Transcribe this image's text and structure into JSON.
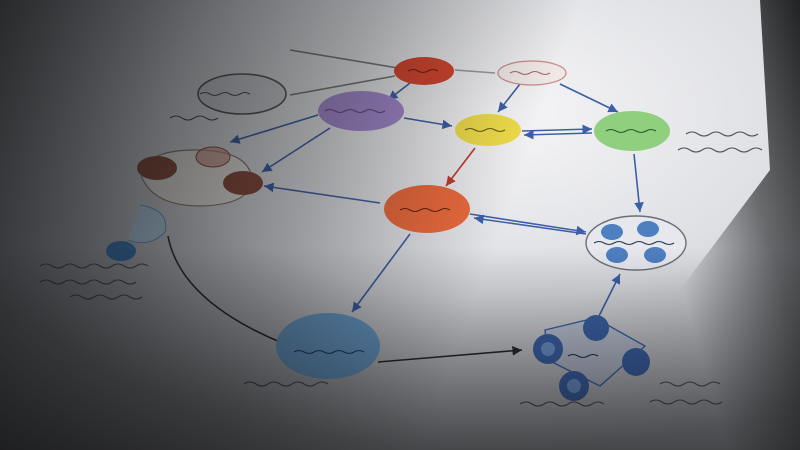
{
  "nodes": [
    {
      "id": "red-top",
      "text": "",
      "color": "#d8452e"
    },
    {
      "id": "outline-top",
      "text": "",
      "color": "#f0e8e6"
    },
    {
      "id": "gray-left",
      "text": "",
      "color": "#9a9aa0"
    },
    {
      "id": "purple",
      "text": "",
      "color": "#a48ad0"
    },
    {
      "id": "yellow",
      "text": "",
      "color": "#f0dd4a"
    },
    {
      "id": "green",
      "text": "",
      "color": "#8fcf7e"
    },
    {
      "id": "orange",
      "text": "",
      "color": "#ec6a3c"
    },
    {
      "id": "blue-bottom",
      "text": "",
      "color": "#6fa5d6"
    },
    {
      "id": "cluster-right",
      "text": "",
      "color": "#e6e8ee"
    },
    {
      "id": "cluster-bottom",
      "text": "",
      "color": "#3d63a8"
    }
  ],
  "colors": {
    "paper": "#e9e9ec",
    "arrow": "#3d5fa8",
    "shadow": "#2b2c30"
  }
}
